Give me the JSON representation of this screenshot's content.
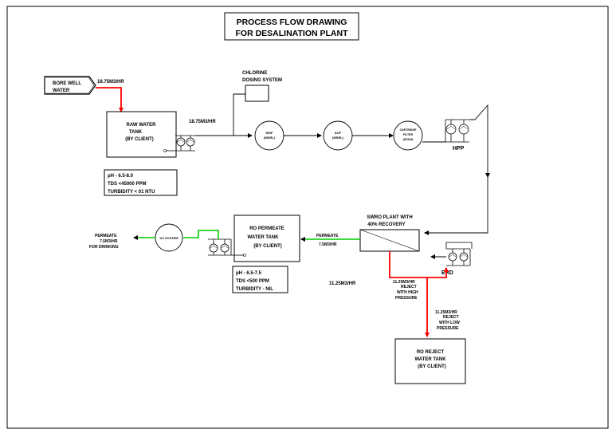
{
  "title": {
    "line1": "PROCESS FLOW DRAWING",
    "line2": "FOR DESALINATION PLANT"
  },
  "source": {
    "line1": "BORE WELL",
    "line2": "WATER",
    "flow": "18.75M3/HR"
  },
  "raw_tank": {
    "line1": "RAW WATER",
    "line2": "TANK",
    "line3": "(BY CLIENT)"
  },
  "feed_flow": "18.75M3/HR",
  "chlorine": {
    "line1": "CHLORINE",
    "line2": "DOSING SYSTEM"
  },
  "mgf": {
    "line1": "MGF",
    "line2": "(MSRL)"
  },
  "acf": {
    "line1": "ACF",
    "line2": "(MSRL)"
  },
  "cartridge": {
    "line1": "CARTRIDGE",
    "line2": "FILTER",
    "line3": "(SS316)"
  },
  "hpp_label": "HPP",
  "raw_quality": {
    "line1": "pH - 6.5-8.0",
    "line2": "TDS <45000 PPM",
    "line3": "TURBIDITY < 01 NTU"
  },
  "swro": {
    "line1": "SWRO PLANT WITH",
    "line2": "40% RECOVERY"
  },
  "erd_label": "ERD",
  "permeate_line": {
    "line1": "PERMEATE",
    "line2": "7.5M3/HR"
  },
  "ro_permeate_tank": {
    "line1": "RO PERMEATE",
    "line2": "WATER TANK",
    "line3": "(BY CLIENT)"
  },
  "uv_label": "UV SYSTEM",
  "final_permeate": {
    "line1": "PERMEATE",
    "line2": "7.5M3/HR",
    "line3": "FOR DRINKING"
  },
  "permeate_quality": {
    "line1": "pH - 6.5-7.5",
    "line2": "TDS <500 PPM",
    "line3": "TURBIDITY - NIL"
  },
  "reject_total": "11.25M3/HR",
  "reject_high": {
    "line1": "11.25M3/HR",
    "line2": "REJECT",
    "line3": "WITH HIGH",
    "line4": "PRESSURE"
  },
  "reject_low": {
    "line1": "11.25M3/HR",
    "line2": "REJECT",
    "line3": "WITH LOW",
    "line4": "PRESSURE"
  },
  "reject_tank": {
    "line1": "RO REJECT",
    "line2": "WATER TANK",
    "line3": "(BY CLIENT)"
  },
  "colors": {
    "line": "#000000",
    "reject": "#ff0000",
    "permeate": "#00cc00",
    "background": "#ffffff"
  }
}
